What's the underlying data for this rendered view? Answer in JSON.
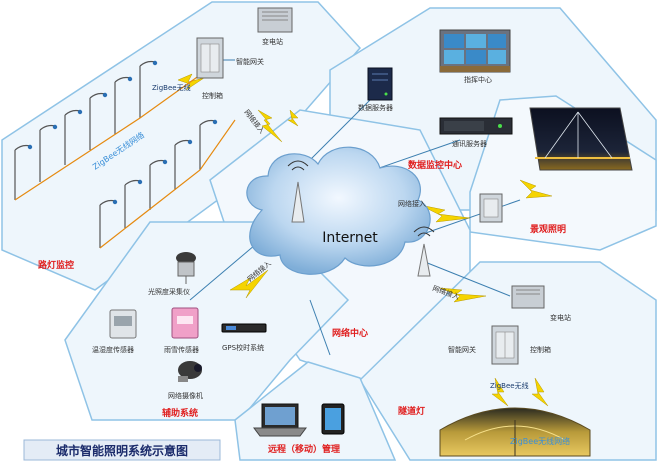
{
  "title": "城市智能照明系统示意图",
  "internet": "Internet",
  "zones": {
    "street": "路灯监控",
    "data_center": "数据监控中心",
    "landscape": "景观照明",
    "network_center": "网络中心",
    "auxiliary": "辅助系统",
    "tunnel": "隧道灯",
    "remote": "远程（移动）管理"
  },
  "nodes": {
    "substation_top": "变电站",
    "gateway_top": "智能网关",
    "control_box_top": "控制箱",
    "zigbee_top": "ZigBee无线",
    "zigbee_network_street": "ZigBee无线网络",
    "command_center": "指挥中心",
    "data_server": "数据服务器",
    "comm_server": "通讯服务器",
    "light_sensor": "光照度采集仪",
    "temp_sensor": "温湿度传感器",
    "rain_sensor": "雨雪传感器",
    "gps": "GPS校时系统",
    "camera": "网络摄像机",
    "substation_bottom": "变电站",
    "gateway_bottom": "智能网关",
    "control_box_bottom": "控制箱",
    "zigbee_bottom": "ZigBee无线",
    "zigbee_network_tunnel": "ZigBee无线网络"
  },
  "links": {
    "access_1": "网络接入",
    "access_2": "网络接入",
    "access_3": "网络接入",
    "access_4": "网络接入"
  }
}
